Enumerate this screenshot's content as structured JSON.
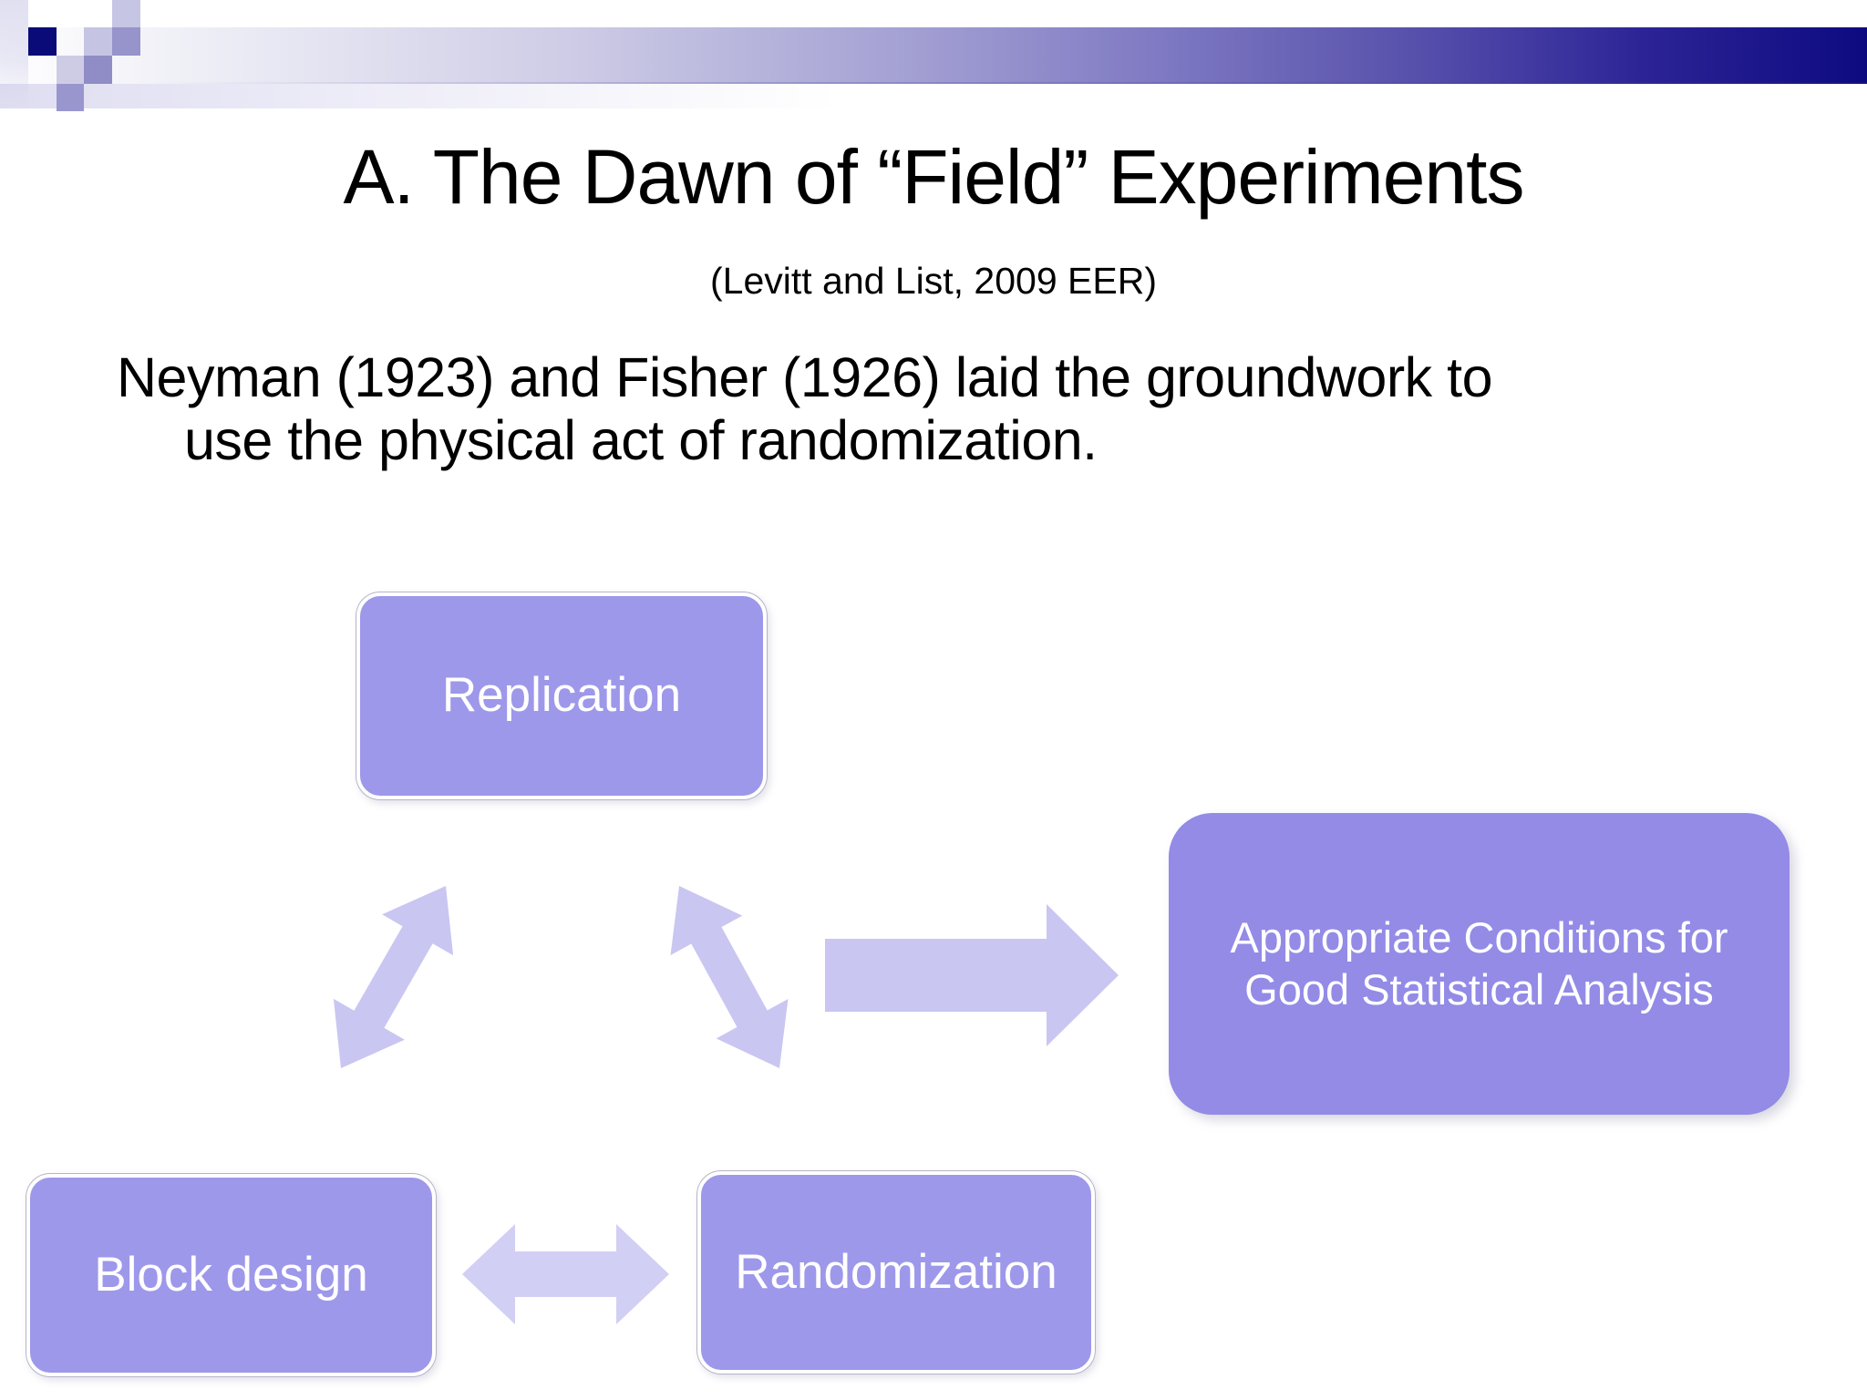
{
  "slide": {
    "title": "A. The Dawn of “Field” Experiments",
    "subtitle": "(Levitt and List, 2009 EER)",
    "body": {
      "line1": "Neyman (1923) and Fisher (1926) laid the groundwork to",
      "line2": "use the physical act of randomization."
    },
    "diagram": {
      "nodes": {
        "replication": "Replication",
        "block_design": "Block design",
        "randomization": "Randomization",
        "outcome_line1": "Appropriate Conditions for",
        "outcome_line2": "Good Statistical Analysis"
      },
      "connections": [
        {
          "from": "replication",
          "to": "block_design",
          "style": "double-arrow"
        },
        {
          "from": "replication",
          "to": "randomization",
          "style": "double-arrow"
        },
        {
          "from": "block_design",
          "to": "randomization",
          "style": "double-arrow"
        },
        {
          "from": "cycle",
          "to": "outcome",
          "style": "arrow-right"
        }
      ]
    },
    "colors": {
      "node_fill": "#9e98ea",
      "outcome_fill": "#938be6",
      "arrow_fill": "#c9c6f2",
      "arrow_fill_light": "#d2cff5",
      "bar_gradient_end": "#0d0a80",
      "mosaic_navy": "#0a0a78",
      "node_text": "#ffffff",
      "body_text": "#000000"
    }
  }
}
